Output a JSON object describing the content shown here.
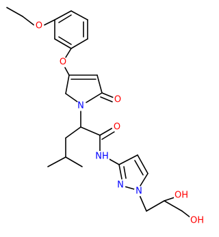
{
  "molecule": {
    "atoms": [
      {
        "id": "O_ether1",
        "label": "O",
        "color": "#ff0000"
      },
      {
        "id": "O_ether2",
        "label": "O",
        "color": "#ff0000"
      },
      {
        "id": "O_carbonyl1",
        "label": "O",
        "color": "#ff0000"
      },
      {
        "id": "N_lactam",
        "label": "N",
        "color": "#0000ff"
      },
      {
        "id": "O_carbonyl2",
        "label": "O",
        "color": "#ff0000"
      },
      {
        "id": "NH_amide",
        "label": "NH",
        "color": "#0000ff"
      },
      {
        "id": "N_pyrazole2",
        "label": "N",
        "color": "#0000ff"
      },
      {
        "id": "N_pyrazole1",
        "label": "N",
        "color": "#0000ff"
      },
      {
        "id": "OH_secondary",
        "label": "OH",
        "color": "#ff0000"
      },
      {
        "id": "OH_primary",
        "label": "OH",
        "color": "#ff0000"
      }
    ]
  }
}
